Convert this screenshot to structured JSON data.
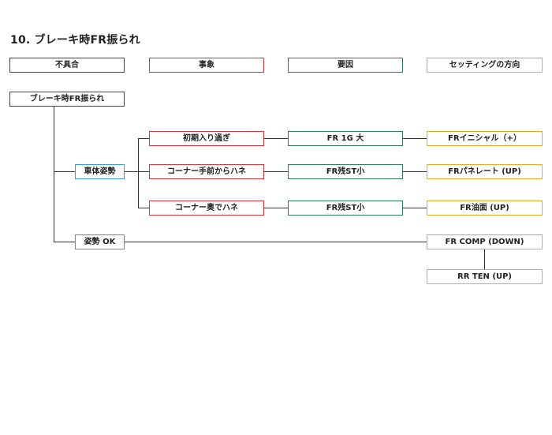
{
  "title": "10. ブレーキ時FR振られ",
  "legend": {
    "problem": "不具合",
    "event": "事象",
    "cause": "要因",
    "setting": "セッティングの方向"
  },
  "colors": {
    "problem": "#444444",
    "event": "#d9343c",
    "cause": "#2e7d5a",
    "setting": "#f2a61e",
    "posture": "#3a9ad9"
  },
  "tree": {
    "root": "ブレーキ時FR振られ",
    "branches": [
      {
        "posture": "車体姿勢",
        "rows": [
          {
            "event": "初期入り過ぎ",
            "cause": "FR 1G 大",
            "setting": "FRイニシャル（+）"
          },
          {
            "event": "コーナー手前からハネ",
            "cause": "FR残ST小",
            "setting": "FRパネレート (UP)"
          },
          {
            "event": "コーナー奥でハネ",
            "cause": "FR残ST小",
            "setting": "FR油面 (UP)"
          }
        ]
      },
      {
        "posture": "姿勢 OK",
        "settings": [
          "FR COMP (DOWN)",
          "RR TEN (UP)"
        ]
      }
    ]
  }
}
